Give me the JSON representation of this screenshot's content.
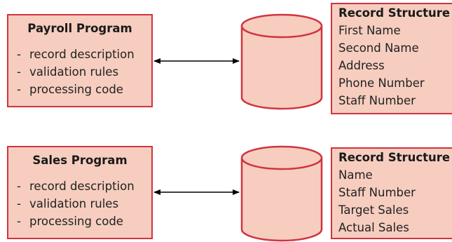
{
  "colors": {
    "box_fill": "#f6cdbf",
    "box_border": "#d0343f",
    "connector": "#000000"
  },
  "rows": [
    {
      "program": {
        "title": "Payroll Program",
        "items": [
          "record description",
          "validation rules",
          "processing code"
        ]
      },
      "connector": "double-headed-arrow",
      "storage_icon": "database-cylinder-icon",
      "record": {
        "title": "Record Structure",
        "fields": [
          "First Name",
          "Second Name",
          "Address",
          "Phone Number",
          "Staff Number"
        ]
      }
    },
    {
      "program": {
        "title": "Sales Program",
        "items": [
          "record description",
          "validation rules",
          "processing code"
        ]
      },
      "connector": "double-headed-arrow",
      "storage_icon": "database-cylinder-icon",
      "record": {
        "title": "Record Structure",
        "fields": [
          "Name",
          "Staff Number",
          "Target Sales",
          "Actual Sales"
        ]
      }
    }
  ]
}
